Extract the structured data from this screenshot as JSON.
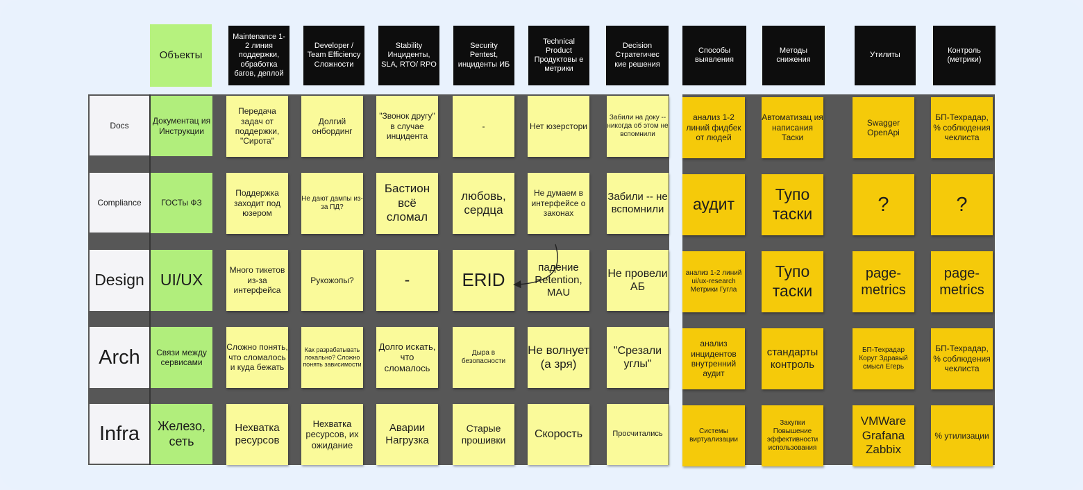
{
  "header": {
    "objects": "Объекты",
    "columns": [
      "Maintenance 1-2 линия поддержки, обработка багов, деплой",
      "Developer / Team Efficiency Сложности",
      "Stability Инциденты, SLA, RTO/ RPO",
      "Security Pentest, инциденты ИБ",
      "Technical Product Продуктовы е метрики",
      "Decision Стратегичес кие решения"
    ],
    "right_columns": [
      "Способы выявления",
      "Методы снижения",
      "Утилиты",
      "Контроль (метрики)"
    ]
  },
  "rows": [
    {
      "label": "Docs",
      "object": "Документац ия Инструкции",
      "cells": [
        "Передача задач от поддержки, \"Сирота\"",
        "Долгий онбординг",
        "\"Звонок другу\" в случае инцидента",
        "-",
        "Нет юзерстори",
        "Забили на доку -- никогда об этом не вспомнили"
      ],
      "right": [
        "анализ 1-2 линий фидбек от людей",
        "Автоматизац ия написания Таски",
        "Swagger OpenApi",
        "БП-Техрадар, % соблюдения чеклиста"
      ]
    },
    {
      "label": "Compliance",
      "object": "ГОСТы ФЗ",
      "cells": [
        "Поддержка заходит под юзером",
        "Не дают дампы из-за ПД?",
        "Бастион всё сломал",
        "любовь, сердца",
        "Не думаем в интерфейсе о законах",
        "Забили -- не вспомнили"
      ],
      "right": [
        "аудит",
        "Тупо таски",
        "?",
        "?"
      ]
    },
    {
      "label": "Design",
      "object": "UI/UX",
      "cells": [
        "Много тикетов из-за интерфейса",
        "Рукожопы?",
        "-",
        "ERID",
        "падение Retention, MAU",
        "Не провели АБ"
      ],
      "right": [
        "анализ 1-2 линий ui/ux-research Метрики Гугла",
        "Тупо таски",
        "page-metrics",
        "page-metrics"
      ]
    },
    {
      "label": "Arch",
      "object": "Связи между сервисами",
      "cells": [
        "Сложно понять, что сломалось и куда бежать",
        "Как разрабатывать локально? Сложно понять зависимости",
        "Долго искать, что сломалось",
        "Дыра в безопасности",
        "Не волнует (а зря)",
        "\"Срезали углы\""
      ],
      "right": [
        "анализ инцидентов внутренний аудит",
        "стандарты контроль",
        "БП-Техрадар Корут Здравый смысл Егерь",
        "БП-Техрадар, % соблюдения чеклиста"
      ]
    },
    {
      "label": "Infra",
      "object": "Железо, сеть",
      "cells": [
        "Нехватка ресурсов",
        "Нехватка ресурсов, их ожидание",
        "Аварии Нагрузка",
        "Старые прошивки",
        "Скорость",
        "Просчитались"
      ],
      "right": [
        "Системы виртуализации",
        "Закупки Повышение эффективности использования",
        "VMWare Grafana Zabbix",
        "% утилизации"
      ]
    }
  ],
  "colors": {
    "sticky_yellow": "#fafa9a",
    "sticky_orange": "#f5ca0a",
    "sticky_green": "#b1ee7c",
    "header_black": "#0d0d0d",
    "board_dark": "#575757"
  }
}
